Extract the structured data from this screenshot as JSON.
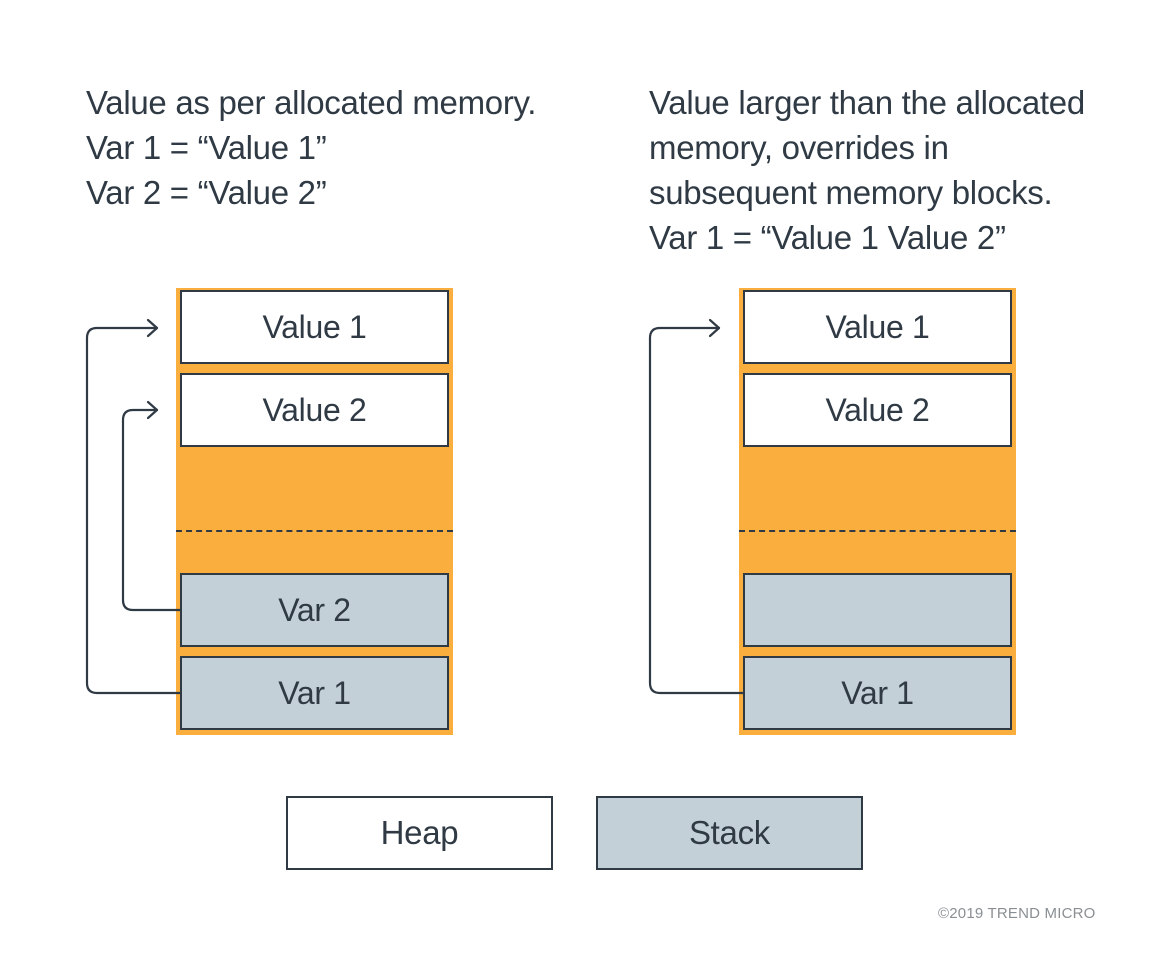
{
  "left_panel": {
    "caption": [
      "Value as per allocated memory.",
      "Var 1 = “Value 1”",
      "Var 2 = “Value 2”"
    ],
    "blocks": {
      "heap_top": "Value 1",
      "heap_second": "Value 2",
      "stack_upper": "Var 2",
      "stack_lower": "Var 1"
    }
  },
  "right_panel": {
    "caption": [
      "Value larger than the allocated",
      "memory, overrides in",
      "subsequent memory blocks.",
      "Var 1 = “Value 1 Value 2”"
    ],
    "blocks": {
      "heap_top": "Value 1",
      "heap_second": "Value 2",
      "stack_upper": "",
      "stack_lower": "Var 1"
    }
  },
  "legend": {
    "heap": "Heap",
    "stack": "Stack"
  },
  "copyright": "©2019 TREND MICRO",
  "colors": {
    "memory_column": "#f9ae3e",
    "heap": "#ffffff",
    "stack": "#c4d0d7",
    "ink": "#2f3a44"
  }
}
